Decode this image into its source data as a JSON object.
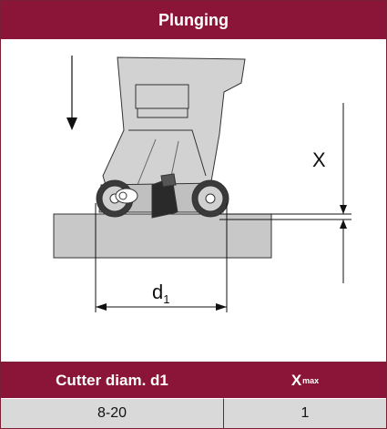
{
  "header": {
    "title": "Plunging"
  },
  "diagram": {
    "label_x": "X",
    "label_d_base": "d",
    "label_d_sub": "1"
  },
  "table": {
    "header_col1": "Cutter diam. d1",
    "header_col2_base": "X",
    "header_col2_sub": "max",
    "rows": [
      {
        "cutter_diam": "8-20",
        "x_max": "1"
      }
    ]
  },
  "colors": {
    "brand": "#8a1538",
    "workpiece": "#c8c8c8",
    "tool": "#d0d0d0",
    "cell": "#d9d9d9"
  }
}
